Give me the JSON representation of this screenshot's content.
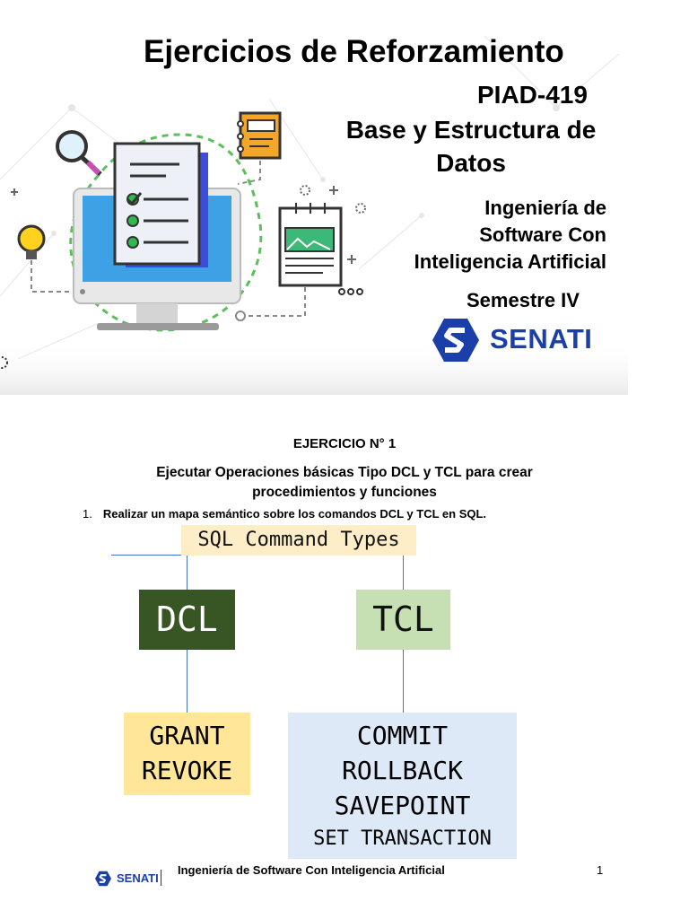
{
  "cover": {
    "title": "Ejercicios de Reforzamiento",
    "course_code": "PIAD-419",
    "course_name_line1": "Base y Estructura de",
    "course_name_line2": "Datos",
    "career_line1": "Ingeniería de",
    "career_line2": "Software Con",
    "career_line3": "Inteligencia Artificial",
    "semester": "Semestre IV",
    "brand": "SENATI"
  },
  "exercise": {
    "heading": "EJERCICIO N° 1",
    "subtitle": "Ejecutar Operaciones básicas Tipo DCL y TCL para crear procedimientos y funciones",
    "item_number": "1.",
    "item_text": "Realizar un mapa semántico sobre los comandos DCL y TCL en SQL."
  },
  "diagram": {
    "root": "SQL Command Types",
    "dcl": {
      "label": "DCL",
      "commands": [
        "GRANT",
        "REVOKE"
      ]
    },
    "tcl": {
      "label": "TCL",
      "commands": [
        "COMMIT",
        "ROLLBACK",
        "SAVEPOINT",
        "SET TRANSACTION"
      ]
    }
  },
  "footer": {
    "brand": "SENATI",
    "text": "Ingeniería de Software Con Inteligencia Artificial",
    "page": "1"
  },
  "colors": {
    "brand_blue": "#1a3fa8",
    "dcl_fill": "#375623",
    "tcl_fill": "#c6e0b4",
    "dcl_cmds_fill": "#ffe699",
    "tcl_cmds_fill": "#dde9f6",
    "root_fill": "#fdeec7",
    "connector": "#4472c4"
  }
}
